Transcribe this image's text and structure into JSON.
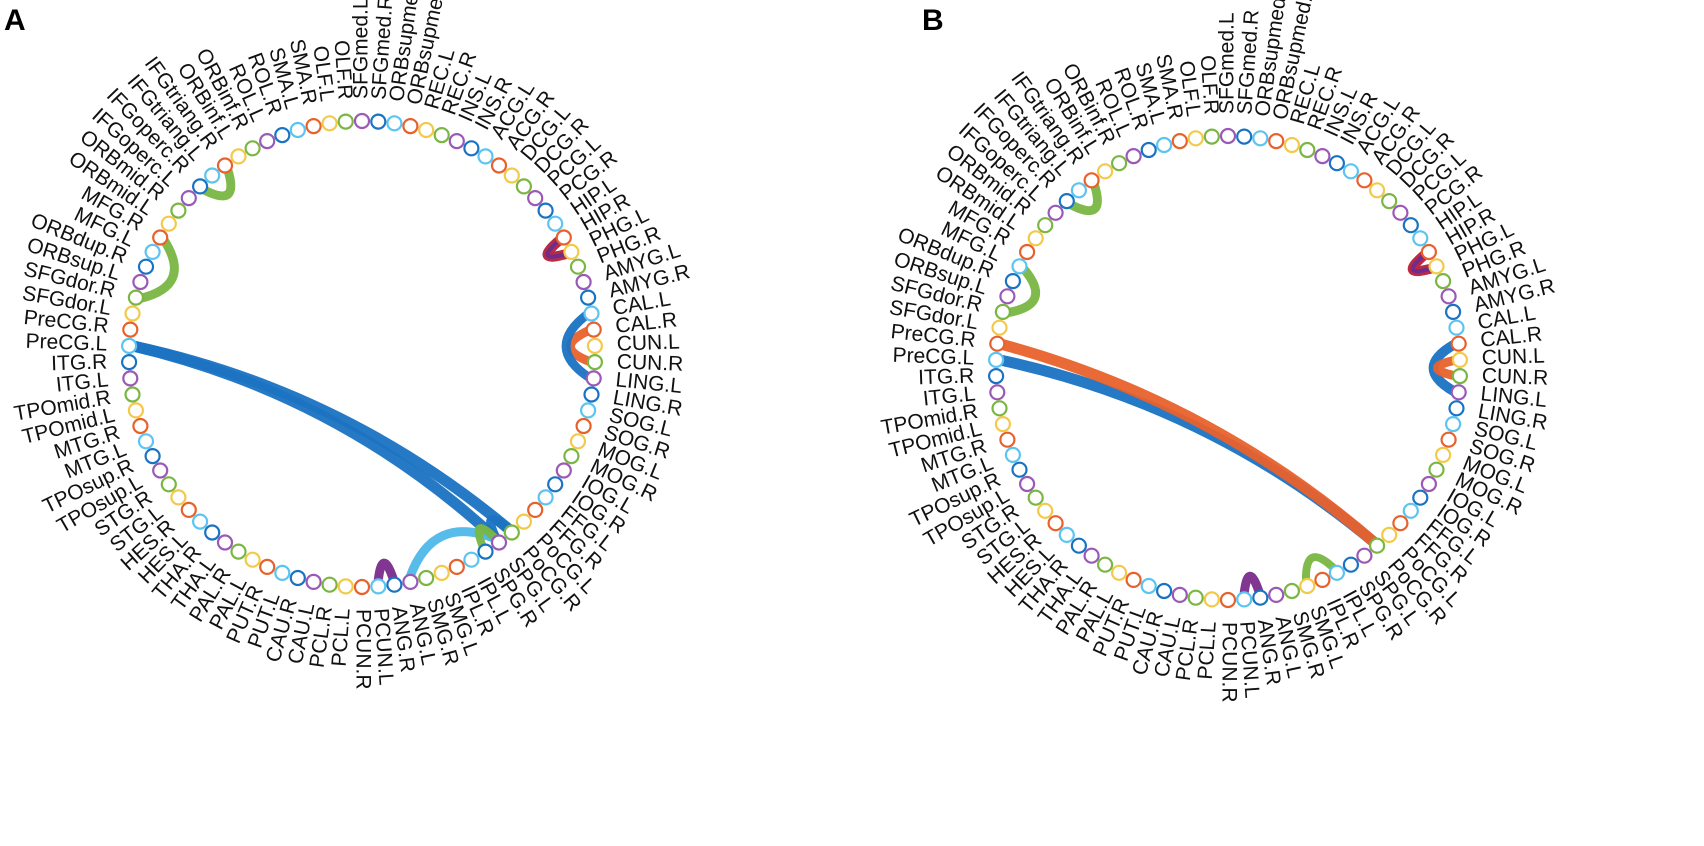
{
  "figure": {
    "panels": [
      {
        "letter": "A",
        "links": [
          {
            "from": "PreCG.L",
            "to": "SPG.L",
            "color": "#1a73c2",
            "width": 11
          },
          {
            "from": "PreCG.L",
            "to": "PoCG.R",
            "color": "#1a73c2",
            "width": 11
          },
          {
            "from": "SPG.L",
            "to": "PoCG.R",
            "color": "#1a73c2",
            "width": 9
          },
          {
            "from": "ANG.L",
            "to": "SPG.L",
            "color": "#4fb8ea",
            "width": 9
          },
          {
            "from": "CUN.R",
            "to": "CAL.R",
            "color": "#e8612c",
            "width": 9
          },
          {
            "from": "LING.L",
            "to": "CAL.L",
            "color": "#1a73c2",
            "width": 9
          },
          {
            "from": "SFGdor.R",
            "to": "MFG.R",
            "color": "#7ab642",
            "width": 9
          },
          {
            "from": "IFGoperc.R",
            "to": "IFGtriang.R",
            "color": "#7ab642",
            "width": 9
          },
          {
            "from": "PCUN.L",
            "to": "ANG.R",
            "color": "#7a2b8c",
            "width": 9
          },
          {
            "from": "SPG.L",
            "to": "SPG.R",
            "color": "#7ab642",
            "width": 8
          },
          {
            "from": "PHG.L",
            "to": "HIP.R",
            "color": "#b51f3b",
            "width": 10
          },
          {
            "from": "PHG.L",
            "to": "HIP.R",
            "color": "#6a2c8e",
            "width": 4
          }
        ]
      },
      {
        "letter": "B",
        "links": [
          {
            "from": "PreCG.L",
            "to": "PoCG.R",
            "color": "#1a73c2",
            "width": 11
          },
          {
            "from": "PreCG.R",
            "to": "PoCG.R",
            "color": "#e8612c",
            "width": 11
          },
          {
            "from": "LING.L",
            "to": "CAL.R",
            "color": "#1a73c2",
            "width": 10
          },
          {
            "from": "CUN.R",
            "to": "CUN.L",
            "color": "#e8612c",
            "width": 9
          },
          {
            "from": "SFGdor.R",
            "to": "MFG.L",
            "color": "#7ab642",
            "width": 9
          },
          {
            "from": "IFGoperc.R",
            "to": "IFGtriang.R",
            "color": "#7ab642",
            "width": 9
          },
          {
            "from": "PCUN.L",
            "to": "ANG.R",
            "color": "#7a2b8c",
            "width": 9
          },
          {
            "from": "SMG.L",
            "to": "IPL.L",
            "color": "#7ab642",
            "width": 8
          },
          {
            "from": "PHG.L",
            "to": "HIP.R",
            "color": "#b51f3b",
            "width": 10
          },
          {
            "from": "PHG.L",
            "to": "HIP.R",
            "color": "#6a2c8e",
            "width": 4
          }
        ]
      }
    ],
    "regions": [
      "PreCG.L",
      "PreCG.R",
      "SFGdor.L",
      "SFGdor.R",
      "ORBsup.L",
      "ORBdup.R",
      "MFG.L",
      "MFG.R",
      "ORBmid.L",
      "ORBmid.R",
      "IFGoperc.L",
      "IFGoperc.R",
      "IFGtriang.L",
      "IFGtriang.R",
      "ORBinf.L",
      "ORBinf.R",
      "ROL.L",
      "ROL.R",
      "SMA.L",
      "SMA.R",
      "OLF.L",
      "OLF.R",
      "SFGmed.L",
      "SFGmed.R",
      "ORBsupmed.L",
      "ORBsupmed.R",
      "REC.L",
      "REC.R",
      "INS.L",
      "INS.R",
      "ACG.L",
      "ACG.R",
      "DCG.L",
      "DCG.R",
      "PCG.L",
      "PCG.R",
      "HIP.L",
      "HIP.R",
      "PHG.L",
      "PHG.R",
      "AMYG.L",
      "AMYG.R",
      "CAL.L",
      "CAL.R",
      "CUN.L",
      "CUN.R",
      "LING.L",
      "LING.R",
      "SOG.L",
      "SOG.R",
      "MOG.L",
      "MOG.R",
      "IOG.L",
      "IOG.R",
      "FFG.L",
      "FFG.R",
      "PoCG.L",
      "PoCG.R",
      "SPG.L",
      "SPG.R",
      "IPL.L",
      "IPL.R",
      "SMG.L",
      "SMG.R",
      "ANG.L",
      "ANG.R",
      "PCUN.L",
      "PCUN.R",
      "PCL.L",
      "PCL.R",
      "CAU.L",
      "CAU.R",
      "PUT.L",
      "PUT.R",
      "PAL.L",
      "PAL.R",
      "THA.L",
      "THA.R",
      "HES.L",
      "HES.R",
      "STG.L",
      "STG.R",
      "TPOsup.L",
      "TPOsup.R",
      "MTG.L",
      "MTG.R",
      "TPOmid.L",
      "TPOmid.R",
      "ITG.L",
      "ITG.R"
    ],
    "node_colors": [
      "#5bc4f1",
      "#e8612c",
      "#f3c94a",
      "#7ab642",
      "#9b59b6",
      "#1a73c2"
    ]
  }
}
